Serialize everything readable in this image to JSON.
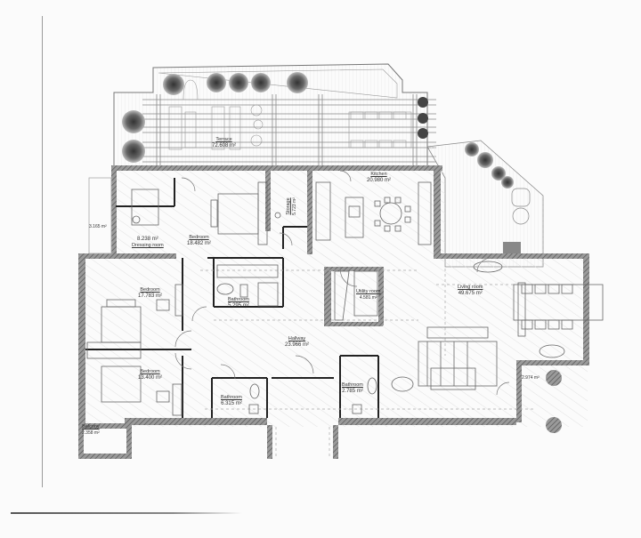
{
  "drawing": {
    "type": "architectural floor plan",
    "colors": {
      "wall": "#5a5a5a",
      "wall_hatch": "#8a8a8a",
      "line": "#6e6e6e",
      "background": "#fbfbfb"
    }
  },
  "rooms": [
    {
      "id": "terrace",
      "name": "Terrace",
      "area": "72.608 m²"
    },
    {
      "id": "dressing",
      "name": "Dressing room",
      "area": "8.238 m²"
    },
    {
      "id": "bedroom1",
      "name": "Bedroom",
      "area": "18.482 m²"
    },
    {
      "id": "storage",
      "name": "Storage",
      "area": "5.723 m²"
    },
    {
      "id": "kitchen",
      "name": "Kitchen",
      "area": "20.980 m²"
    },
    {
      "id": "balcony_left",
      "name": "",
      "area": "3.165 m²"
    },
    {
      "id": "bedroom2",
      "name": "Bedroom",
      "area": "17.783 m²"
    },
    {
      "id": "bath1",
      "name": "Bathroom",
      "area": "5.295 m²"
    },
    {
      "id": "utility",
      "name": "Utility room",
      "area": "4.581 m²"
    },
    {
      "id": "living",
      "name": "Living room",
      "area": "49.675 m²"
    },
    {
      "id": "hall",
      "name": "Hallway",
      "area": "23.966 m²"
    },
    {
      "id": "bedroom3",
      "name": "Bedroom",
      "area": "13.400 m²"
    },
    {
      "id": "bath2",
      "name": "Bathroom",
      "area": "6.315 m²"
    },
    {
      "id": "bath3",
      "name": "Bathroom",
      "area": "2.785 m²"
    },
    {
      "id": "loggia",
      "name": "",
      "area": "2.974 m²"
    },
    {
      "id": "balcony_small",
      "name": "Balcony",
      "area": "2.358 m²"
    }
  ]
}
